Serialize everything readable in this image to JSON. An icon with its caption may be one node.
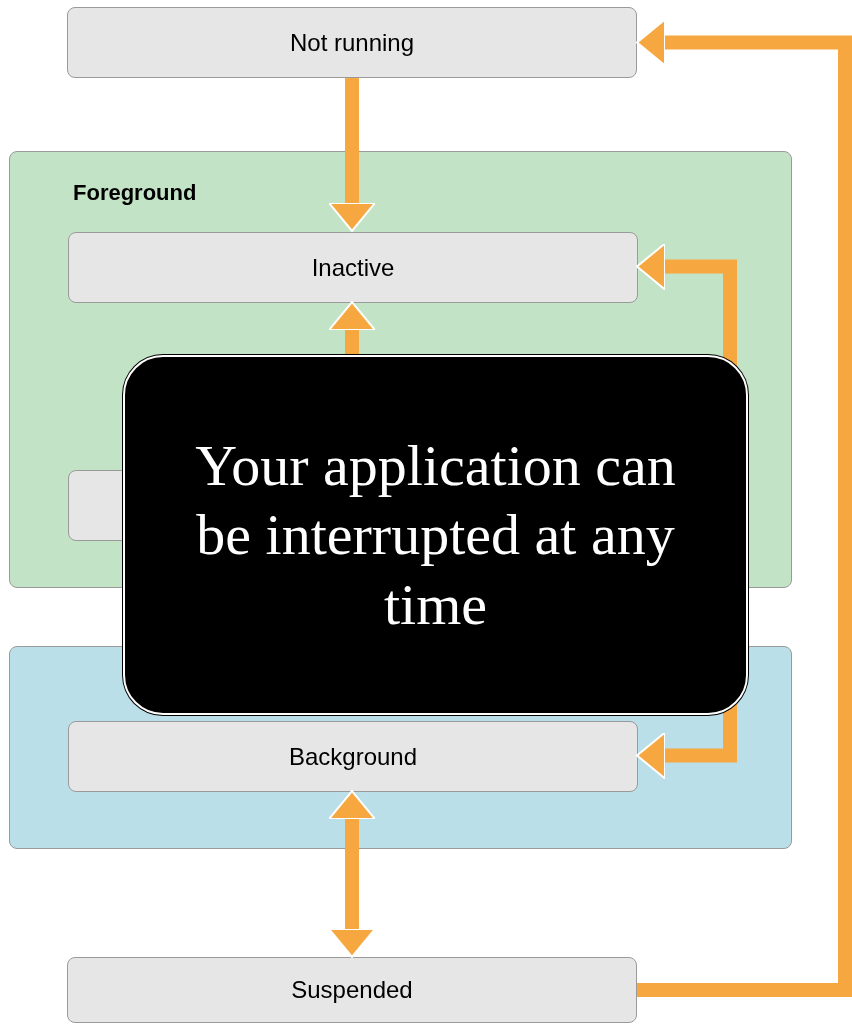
{
  "diagram": {
    "nodes": [
      {
        "text": [
          "Not running"
        ]
      },
      {
        "text": [
          "Foreground"
        ]
      },
      {
        "text": [
          "Inactive"
        ],
        "in": 1
      },
      {
        "text": [],
        "shape": "box",
        "in": 1
      },
      {
        "text": [],
        "shape": "box"
      },
      {
        "text": [
          "Background"
        ],
        "in": 4
      },
      {
        "text": [
          "Suspended"
        ]
      }
    ],
    "edges": [
      {
        "from": 0,
        "to": 2,
        "arrow": "to"
      },
      {
        "from": 2,
        "to": 3,
        "arrow": "both"
      },
      {
        "from": 2,
        "to": 5,
        "arrow": "both"
      },
      {
        "from": 5,
        "to": 6,
        "arrow": "both"
      },
      {
        "from": 6,
        "to": 0,
        "arrow": "to"
      }
    ],
    "labels": [
      "Your application can be interrupted at any time"
    ]
  }
}
